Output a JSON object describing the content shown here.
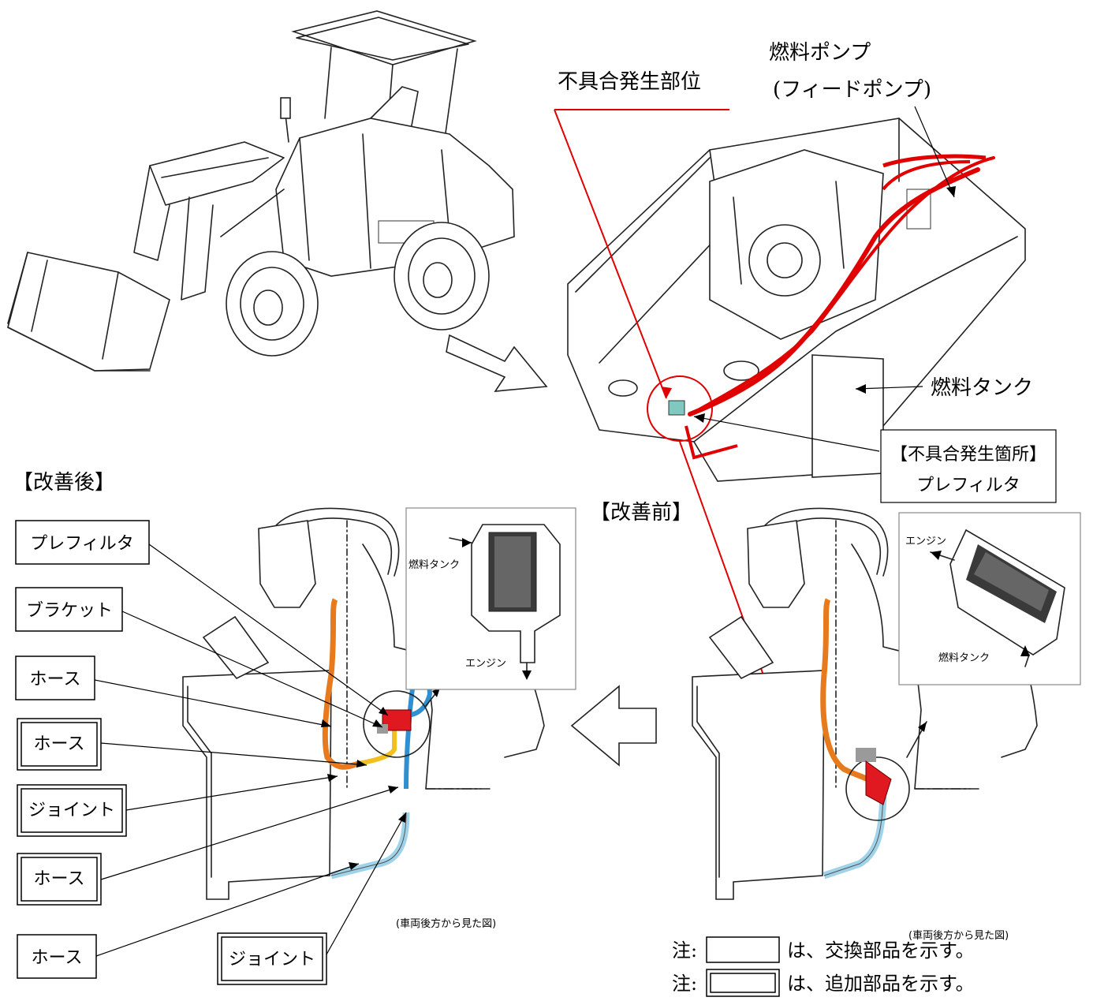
{
  "labels": {
    "defect_location": "不具合発生部位",
    "fuel_pump_line1": "燃料ポンプ",
    "fuel_pump_line2": "(フィードポンプ)",
    "fuel_tank": "燃料タンク",
    "defect_box_line1": "【不具合発生箇所】",
    "defect_box_line2": "プレフィルタ",
    "after_title": "【改善後】",
    "before_title": "【改善前】",
    "view_caption_after": "(車両後方から見た図)",
    "view_caption_before": "(車両後方から見た図)",
    "inset_after_in": "燃料タンク",
    "inset_after_out": "エンジン",
    "inset_before_out": "エンジン",
    "inset_before_in": "燃料タンク"
  },
  "parts": [
    {
      "label": "プレフィルタ",
      "kind": "replace"
    },
    {
      "label": "ブラケット",
      "kind": "replace"
    },
    {
      "label": "ホース",
      "kind": "replace"
    },
    {
      "label": "ホース",
      "kind": "add"
    },
    {
      "label": "ジョイント",
      "kind": "add"
    },
    {
      "label": "ホース",
      "kind": "add"
    },
    {
      "label": "ホース",
      "kind": "replace"
    },
    {
      "label": "ジョイント",
      "kind": "add"
    }
  ],
  "legend": {
    "prefix": "注:",
    "replace_text": "は、交換部品を示す。",
    "add_text": "は、追加部品を示す。"
  },
  "colors": {
    "highlight_red": "#e00000",
    "pipe_orange": "#e87a1e",
    "pipe_blue": "#2f8fd0",
    "pipe_lightblue": "#9fd3ea",
    "pipe_yellow": "#f0c020",
    "filter_red": "#e01820"
  }
}
